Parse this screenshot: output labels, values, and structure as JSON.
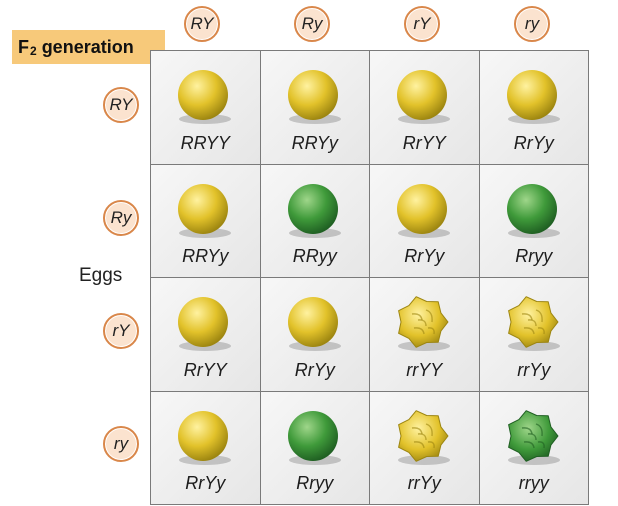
{
  "generation_label": {
    "prefix": "F",
    "subscript": "2",
    "text": "generation"
  },
  "sperm_labels": [
    "RY",
    "Ry",
    "rY",
    "ry"
  ],
  "egg_labels": [
    "RY",
    "Ry",
    "rY",
    "ry"
  ],
  "eggs_label": "Eggs",
  "grid": [
    [
      {
        "genotype": "RRYY",
        "pea": "round-yellow"
      },
      {
        "genotype": "RRYy",
        "pea": "round-yellow"
      },
      {
        "genotype": "RrYY",
        "pea": "round-yellow"
      },
      {
        "genotype": "RrYy",
        "pea": "round-yellow"
      }
    ],
    [
      {
        "genotype": "RRYy",
        "pea": "round-yellow"
      },
      {
        "genotype": "RRyy",
        "pea": "round-green"
      },
      {
        "genotype": "RrYy",
        "pea": "round-yellow"
      },
      {
        "genotype": "Rryy",
        "pea": "round-green"
      }
    ],
    [
      {
        "genotype": "RrYY",
        "pea": "round-yellow"
      },
      {
        "genotype": "RrYy",
        "pea": "round-yellow"
      },
      {
        "genotype": "rrYY",
        "pea": "wrinkled-yellow"
      },
      {
        "genotype": "rrYy",
        "pea": "wrinkled-yellow"
      }
    ],
    [
      {
        "genotype": "RrYy",
        "pea": "round-yellow"
      },
      {
        "genotype": "Rryy",
        "pea": "round-green"
      },
      {
        "genotype": "rrYy",
        "pea": "wrinkled-yellow"
      },
      {
        "genotype": "rryy",
        "pea": "wrinkled-green"
      }
    ]
  ],
  "colors": {
    "label_box": "#f7c97a",
    "circle_border": "#d9874a",
    "circle_fill": "#fbe3cf",
    "yellow_pea": "#e2c22a",
    "green_pea": "#3f9a3a"
  }
}
